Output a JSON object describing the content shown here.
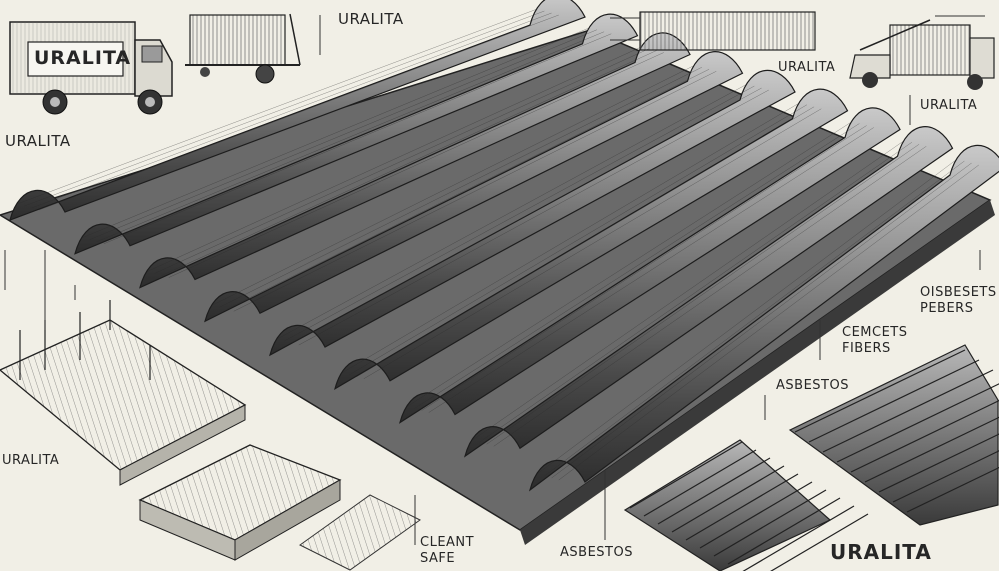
{
  "truck_left": {
    "panel_text": "URALITA"
  },
  "labels": {
    "top_center": "URALITA",
    "left_upper": "URALITA",
    "left_lower": "URALITA",
    "top_right_mid": "URALITA",
    "top_right_far": "URALITA",
    "right_fibers_line1": "OISBESETS",
    "right_fibers_line2": "PEBERS",
    "cemcets_line1": "CEMCETS",
    "cemcets_line2": "FIBERS",
    "asbestos_right": "ASBESTOS",
    "asbestos_bottom": "ASBESTOS",
    "cleant_line1": "CLEANT",
    "cleant_line2": "SAFE",
    "bottom_right": "URALITA"
  },
  "colors": {
    "background": "#f1efe6",
    "ink": "#1d1d1d",
    "sheet_light": "#9a9a9a",
    "sheet_dark": "#3c3c3c"
  }
}
